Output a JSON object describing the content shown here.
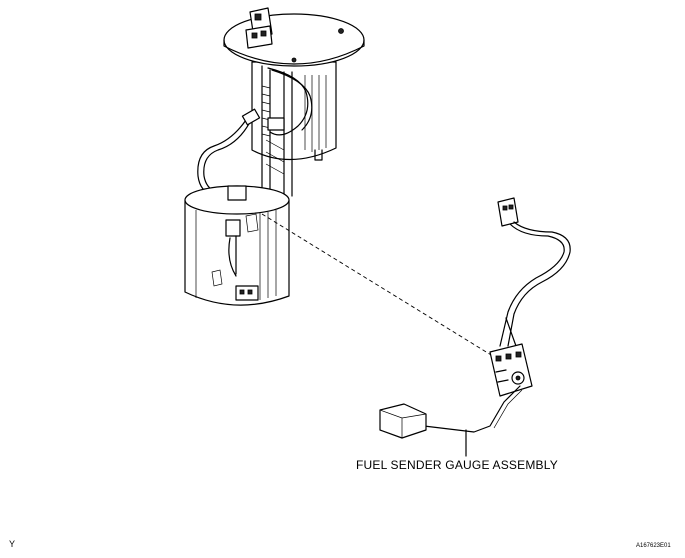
{
  "diagram": {
    "callout_label": "FUEL SENDER GAUGE ASSEMBLY",
    "corner_mark": "Y",
    "figure_id": "A167623E01"
  }
}
